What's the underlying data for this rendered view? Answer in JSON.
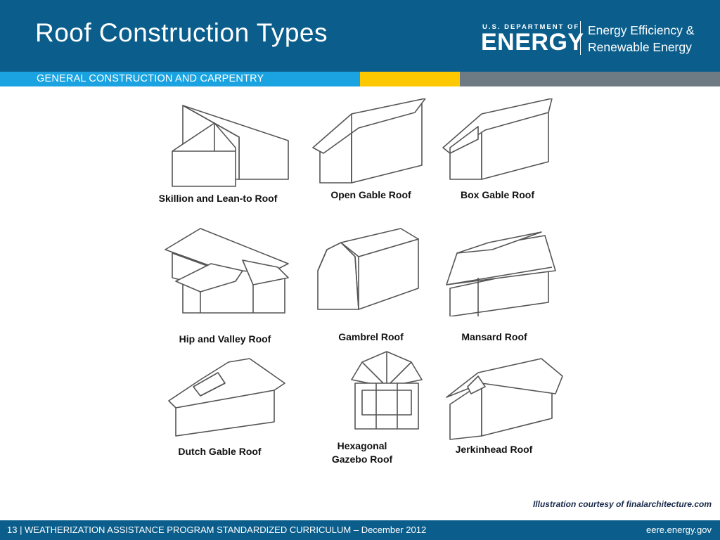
{
  "header": {
    "title": "Roof Construction Types",
    "logo_small": "U.S. DEPARTMENT OF",
    "logo_big": "ENERGY",
    "office_line1": "Energy Efficiency &",
    "office_line2": "Renewable Energy"
  },
  "band": {
    "text": "GENERAL CONSTRUCTION AND CARPENTRY"
  },
  "roofs": [
    {
      "label": "Skillion and Lean-to Roof",
      "icon": "skillion-roof-icon"
    },
    {
      "label": "Open Gable Roof",
      "icon": "open-gable-roof-icon"
    },
    {
      "label": "Box Gable Roof",
      "icon": "box-gable-roof-icon"
    },
    {
      "label": "Hip and Valley Roof",
      "icon": "hip-valley-roof-icon"
    },
    {
      "label": "Gambrel Roof",
      "icon": "gambrel-roof-icon"
    },
    {
      "label": "Mansard Roof",
      "icon": "mansard-roof-icon"
    },
    {
      "label": "Dutch Gable Roof",
      "icon": "dutch-gable-roof-icon"
    },
    {
      "label_line1": "Hexagonal",
      "label_line2": "Gazebo Roof",
      "icon": "gazebo-roof-icon"
    },
    {
      "label": "Jerkinhead Roof",
      "icon": "jerkinhead-roof-icon"
    }
  ],
  "credit": "Illustration courtesy of finalarchitecture.com",
  "footer": {
    "left": "13 | WEATHERIZATION ASSISTANCE PROGRAM STANDARDIZED CURRICULUM – December 2012",
    "right": "eere.energy.gov"
  },
  "colors": {
    "header_blue": "#0b5e8c",
    "band_blue": "#1aa3e0",
    "band_yellow": "#fdc800",
    "band_gray": "#6e7b85"
  }
}
